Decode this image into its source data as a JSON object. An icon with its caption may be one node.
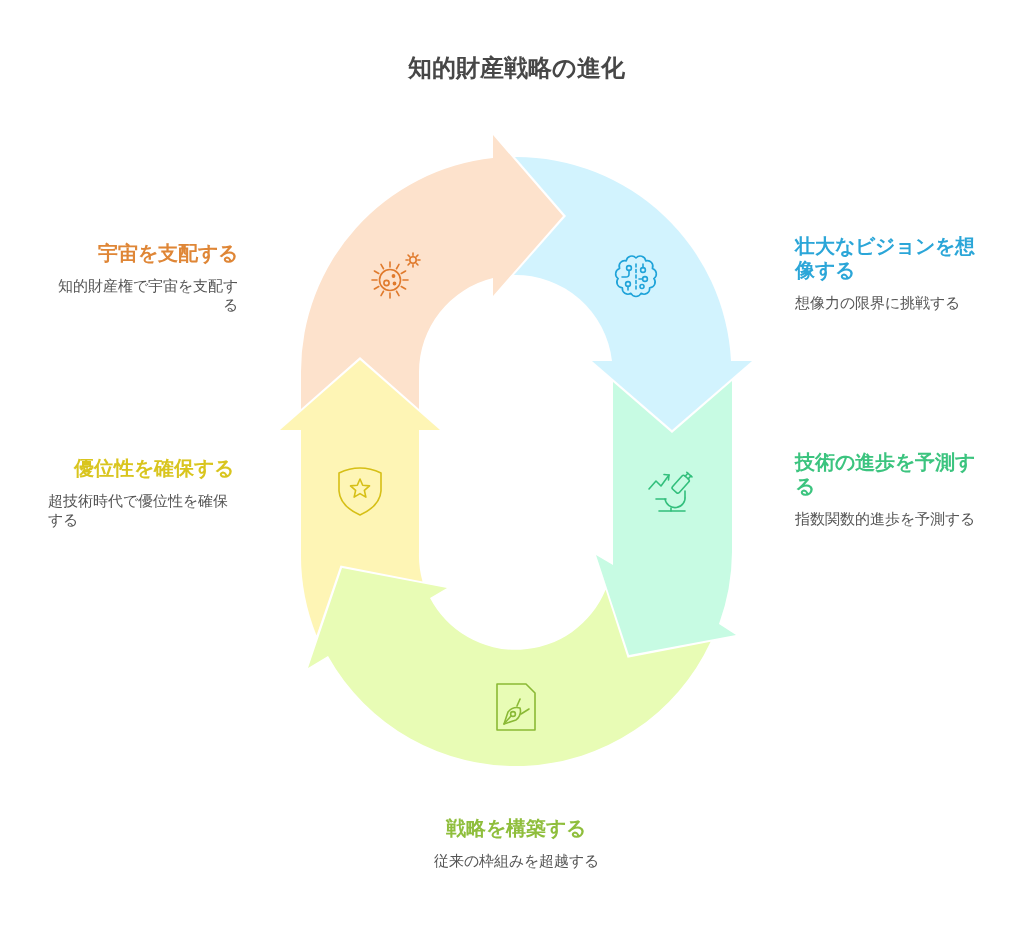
{
  "diagram": {
    "title": "知的財産戦略の進化",
    "nodes": [
      {
        "text": [],
        "shape": "arrow",
        "beside": [
          "宇宙を支配する",
          "知的財産権で宇宙を支配する"
        ]
      },
      {
        "text": [],
        "shape": "arrow",
        "beside": [
          "壮大なビジョンを想像する",
          "想像力の限界に挑戦する"
        ]
      },
      {
        "text": [],
        "shape": "arrow",
        "beside": [
          "技術の進歩を予測する",
          "指数関数的進歩を予測する"
        ]
      },
      {
        "text": [],
        "shape": "arrow",
        "beside": [
          "戦略を構築する",
          "従来の枠組みを超越する"
        ]
      },
      {
        "text": [],
        "shape": "arrow",
        "beside": [
          "優位性を確保する",
          "超技術時代で優位性を確保する"
        ]
      }
    ]
  }
}
